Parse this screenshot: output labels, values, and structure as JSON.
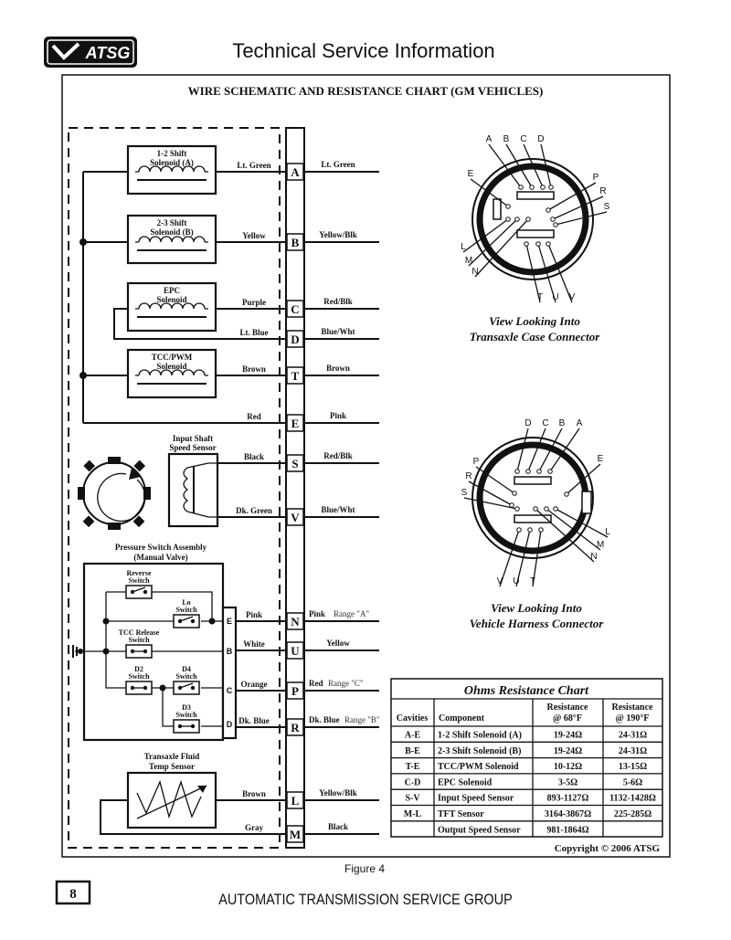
{
  "header": {
    "logo_text": "ATSG",
    "title": "Technical Service Information"
  },
  "figure_title": "WIRE SCHEMATIC AND RESISTANCE CHART (GM VEHICLES)",
  "components": {
    "sol_a": [
      "1-2 Shift",
      "Solenoid (A)"
    ],
    "sol_b": [
      "2-3 Shift",
      "Solenoid (B)"
    ],
    "epc": [
      "EPC",
      "Solenoid"
    ],
    "tcc": [
      "TCC/PWM",
      "Solenoid"
    ],
    "iss": [
      "Input Shaft",
      "Speed Sensor"
    ],
    "psa": [
      "Pressure Switch Assembly",
      "(Manual Valve)"
    ],
    "reverse": [
      "Reverse",
      "Switch"
    ],
    "lo": [
      "Lo",
      "Switch"
    ],
    "tcc_release": [
      "TCC Release",
      "Switch"
    ],
    "d2": [
      "D2",
      "Switch"
    ],
    "d4": [
      "D4",
      "Switch"
    ],
    "d3": [
      "D3",
      "Switch"
    ],
    "tft": [
      "Transaxle Fluid",
      "Temp Sensor"
    ],
    "psa_pins": [
      "E",
      "B",
      "C",
      "D"
    ]
  },
  "wires": [
    {
      "pin": "A",
      "left": "Lt. Green",
      "right": "Lt. Green",
      "range": ""
    },
    {
      "pin": "B",
      "left": "Yellow",
      "right": "Yellow/Blk",
      "range": ""
    },
    {
      "pin": "C",
      "left": "Purple",
      "right": "Red/Blk",
      "range": ""
    },
    {
      "pin": "D",
      "left": "Lt. Blue",
      "right": "Blue/Wht",
      "range": ""
    },
    {
      "pin": "T",
      "left": "Brown",
      "right": "Brown",
      "range": ""
    },
    {
      "pin": "E",
      "left": "Red",
      "right": "Pink",
      "range": ""
    },
    {
      "pin": "S",
      "left": "Black",
      "right": "Red/Blk",
      "range": ""
    },
    {
      "pin": "V",
      "left": "Dk. Green",
      "right": "Blue/Wht",
      "range": ""
    },
    {
      "pin": "N",
      "left": "Pink",
      "right": "Pink",
      "range": "Range \"A\""
    },
    {
      "pin": "U",
      "left": "White",
      "right": "Yellow",
      "range": ""
    },
    {
      "pin": "P",
      "left": "Orange",
      "right": "Red",
      "range": "Range \"C\""
    },
    {
      "pin": "R",
      "left": "Dk. Blue",
      "right": "Dk. Blue",
      "range": "Range \"B\""
    },
    {
      "pin": "L",
      "left": "Brown",
      "right": "Yellow/Blk",
      "range": ""
    },
    {
      "pin": "M",
      "left": "Gray",
      "right": "Black",
      "range": ""
    }
  ],
  "case_connector": {
    "pins": [
      "A",
      "B",
      "C",
      "D",
      "E",
      "P",
      "R",
      "S",
      "L",
      "M",
      "N",
      "T",
      "U",
      "V"
    ],
    "caption": [
      "View Looking Into",
      "Transaxle Case Connector"
    ]
  },
  "harness_connector": {
    "pins": [
      "D",
      "C",
      "B",
      "A",
      "E",
      "P",
      "R",
      "S",
      "L",
      "M",
      "N",
      "V",
      "U",
      "T"
    ],
    "caption": [
      "View Looking Into",
      "Vehicle Harness Connector"
    ]
  },
  "resistance_chart": {
    "title": "Ohms Resistance Chart",
    "headers": [
      "Cavities",
      "Component",
      "Resistance",
      "@  68°F",
      "Resistance",
      "@  190°F"
    ],
    "rows": [
      [
        "A-E",
        "1-2 Shift Solenoid (A)",
        "19-24Ω",
        "24-31Ω"
      ],
      [
        "B-E",
        "2-3 Shift Solenoid (B)",
        "19-24Ω",
        "24-31Ω"
      ],
      [
        "T-E",
        "TCC/PWM Solenoid",
        "10-12Ω",
        "13-15Ω"
      ],
      [
        "C-D",
        "EPC Solenoid",
        "3-5Ω",
        "5-6Ω"
      ],
      [
        "S-V",
        "Input Speed Sensor",
        "893-1127Ω",
        "1132-1428Ω"
      ],
      [
        "M-L",
        "TFT Sensor",
        "3164-3867Ω",
        "225-285Ω"
      ],
      [
        "",
        "Output Speed Sensor",
        "981-1864Ω",
        ""
      ]
    ]
  },
  "copyright": "Copyright © 2006 ATSG",
  "figure_caption": "Figure 4",
  "footer": {
    "page_number": "8",
    "org": "AUTOMATIC TRANSMISSION SERVICE GROUP"
  }
}
